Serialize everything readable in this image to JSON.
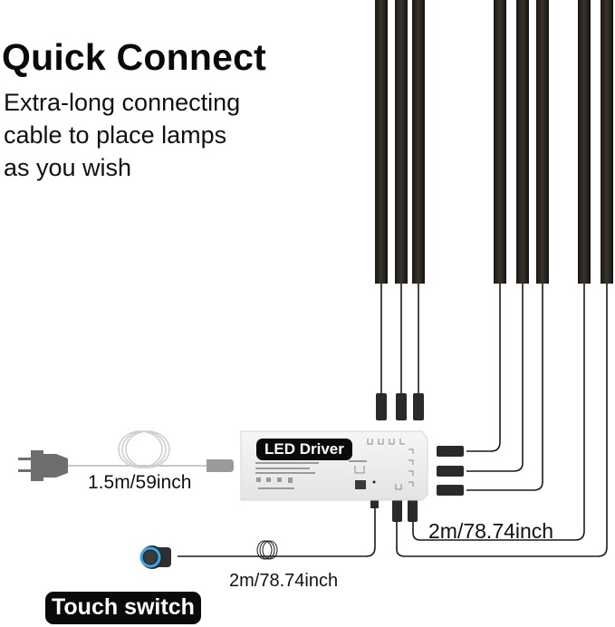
{
  "header": {
    "title": "Quick Connect",
    "description_lines": [
      "Extra-long connecting",
      "cable to place lamps",
      "as you wish"
    ]
  },
  "components": {
    "driver_label": "LED Driver",
    "switch_label": "Touch switch"
  },
  "cable_lengths": {
    "power_cord": "1.5m/59inch",
    "light_cables": "2m/78.74inch",
    "switch_cable": "2m/78.74inch"
  },
  "light_bars": {
    "count": 8,
    "color": "#2b2620"
  },
  "colors": {
    "text": "#0a0a0a",
    "badge_bg": "#0a0a0a",
    "badge_text": "#ffffff",
    "power_cord": "#c8c8c8",
    "plug": "#6e6e6e",
    "wire": "#1a1a1a",
    "switch_ring": "#3aa8e8"
  }
}
